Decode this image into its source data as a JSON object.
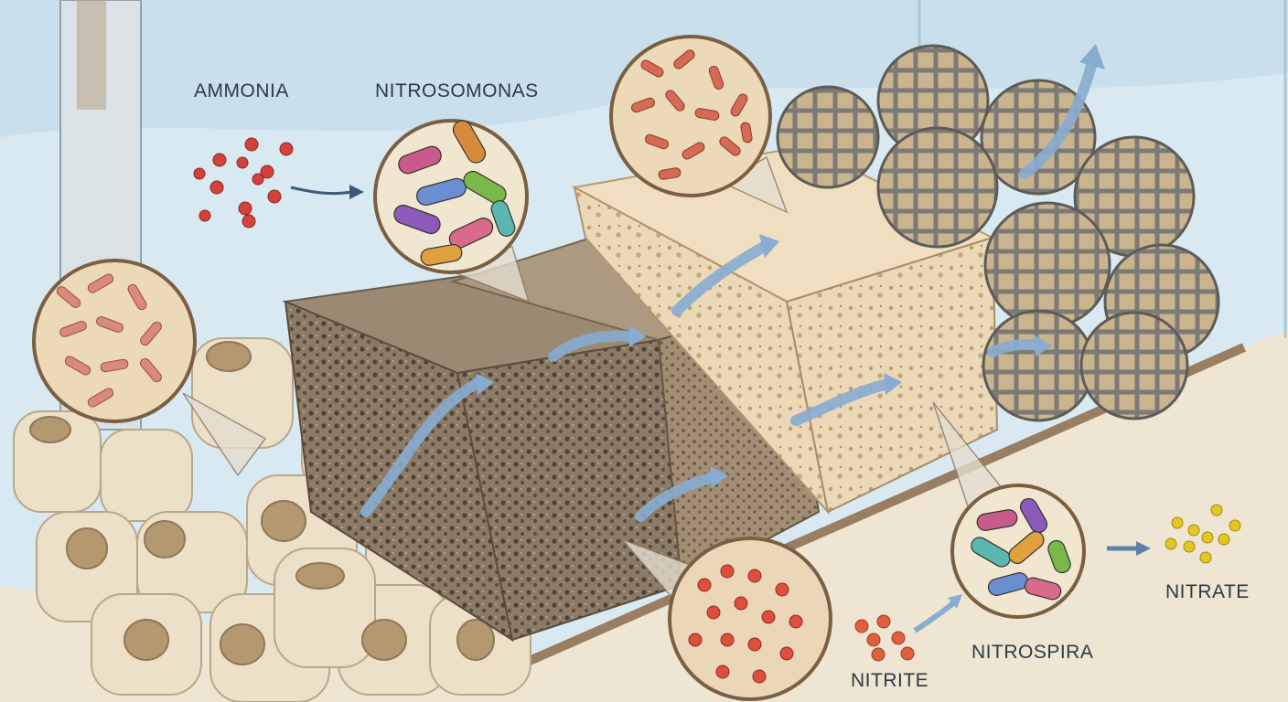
{
  "labels": {
    "ammonia": "AMMONIA",
    "nitrosomonas": "NITROSOMONAS",
    "nitrite": "NITRITE",
    "nitrospira": "NITROSPIRA",
    "nitrate": "NITRATE"
  },
  "colors": {
    "water": "#cfe4f0",
    "ammonia_particle": "#d4413a",
    "nitrite_particle": "#e0603e",
    "nitrate_particle": "#e4c625",
    "flow_arrow": "#7fa6cf",
    "ceramic_ring": "#e8dcc4",
    "coarse_sponge": "#8a7a66",
    "fine_sponge": "#a08c72",
    "porous_block": "#e6d2ae",
    "bio_ball": "#8c8a86"
  }
}
